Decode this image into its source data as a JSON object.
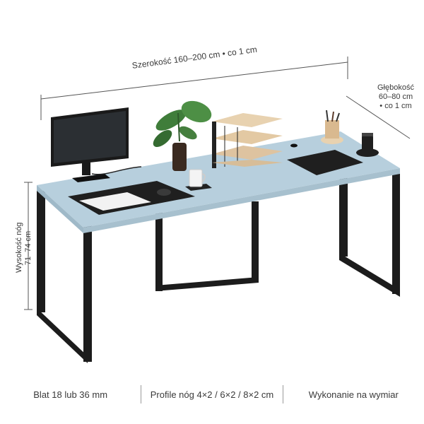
{
  "dimensions": {
    "width": "Szerokość 160–200 cm • co 1 cm",
    "depth": [
      "Głębokość",
      "60–80 cm",
      "• co 1 cm"
    ],
    "height": [
      "Wysokość nóg",
      "71–74 cm"
    ]
  },
  "features": [
    "Blat 18 lub 36 mm",
    "Profile nóg 4×2 / 6×2 / 8×2 cm",
    "Wykonanie na wymiar"
  ],
  "colors": {
    "desktop": "#b7cfdd",
    "frame": "#1c1c1c",
    "tray": "#e8d2b0"
  }
}
